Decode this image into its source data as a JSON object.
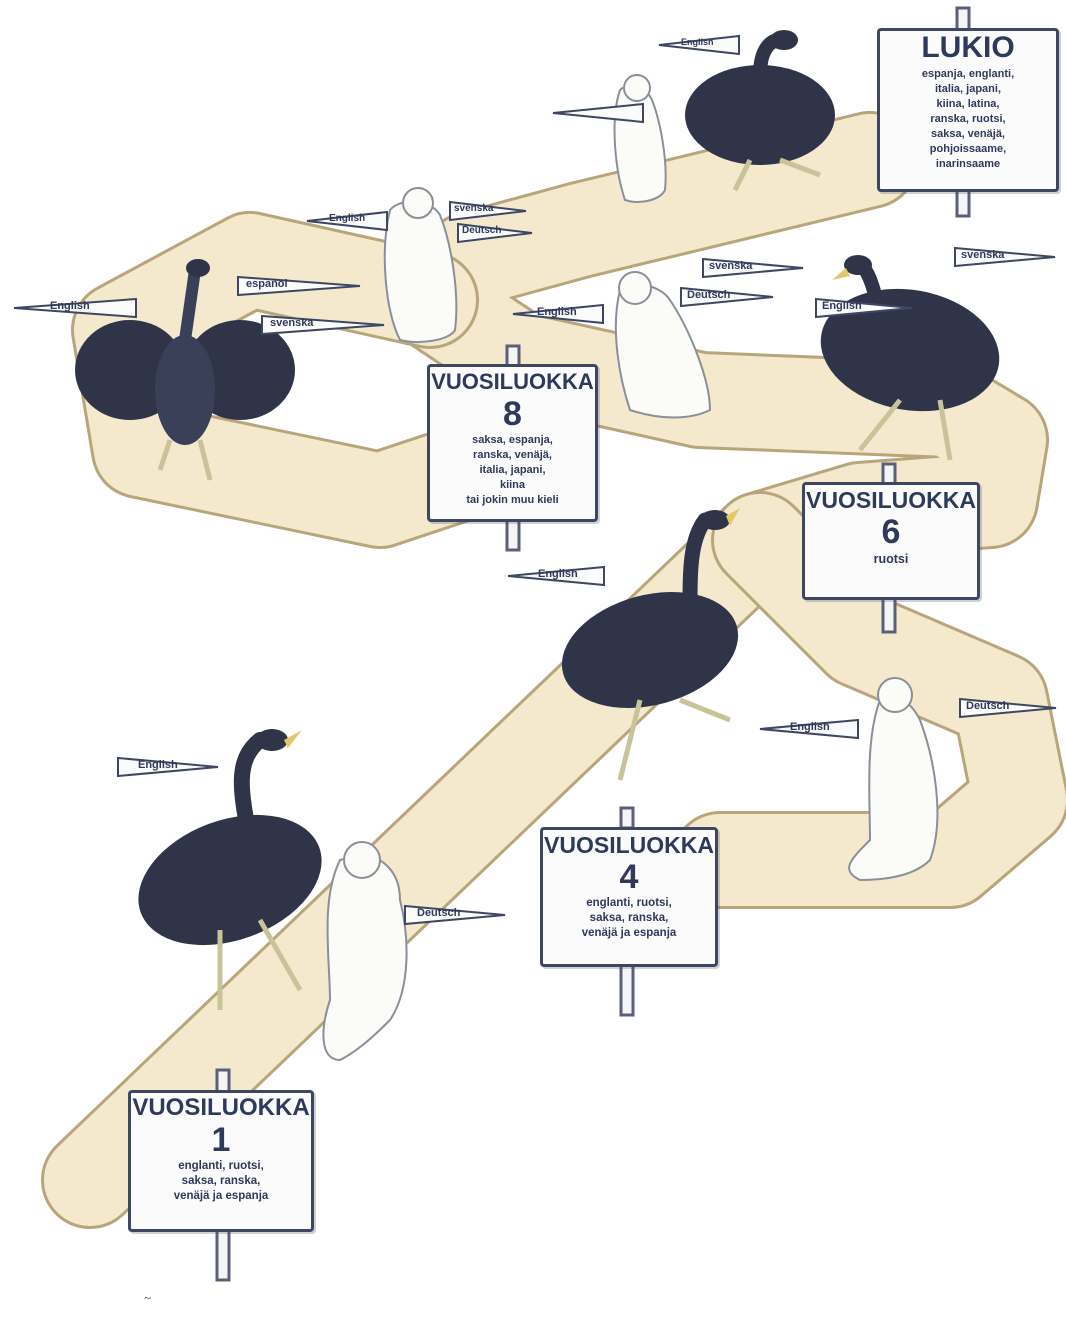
{
  "signs": {
    "lukio": {
      "title": "LUKIO",
      "languages": "espanja, englanti,\nitalia, japani,\nkiina, latina,\nranska, ruotsi,\nsaksa, venäjä,\npohjoissaame,\ninarinsaame"
    },
    "grade8": {
      "title": "VUOSILUOKKA",
      "number": "8",
      "languages": "saksa, espanja,\nranska, venäjä,\nitalia, japani,\nkiina\ntai jokin muu kieli"
    },
    "grade6": {
      "title": "VUOSILUOKKA",
      "number": "6",
      "languages": "ruotsi"
    },
    "grade4": {
      "title": "VUOSILUOKKA",
      "number": "4",
      "languages": "englanti, ruotsi,\nsaksa, ranska,\nvenäjä ja espanja"
    },
    "grade1": {
      "title": "VUOSILUOKKA",
      "number": "1",
      "languages": "englanti, ruotsi,\nsaksa, ranska,\nvenäjä ja espanja"
    }
  },
  "pennants": {
    "english": "English",
    "svenska": "svenska",
    "deutsch": "Deutsch",
    "espanol": "español"
  },
  "colors": {
    "path": "#f2e6c6",
    "path_edge": "#b9a57a",
    "crane": "#2f3448",
    "ermine": "#fbfbf7",
    "ink": "#2e3a5c"
  }
}
